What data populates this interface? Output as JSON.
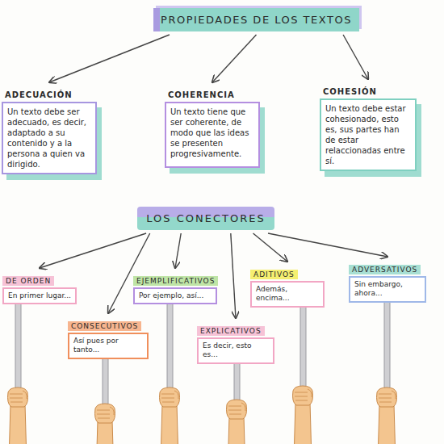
{
  "diagram": {
    "title": "PROPIEDADES DE LOS TEXTOS",
    "nodes": [
      {
        "text": [
          "PROPIEDADES DE LOS TEXTOS"
        ]
      },
      {
        "text": [
          "ADECUACIÓN",
          "Un texto debe ser adecuado, es decir, adaptado a su contenido y a la persona a quien va dirigido."
        ]
      },
      {
        "text": [
          "COHERENCIA",
          "Un texto tiene que ser coherente, de modo que las ideas se presenten progresivamente."
        ]
      },
      {
        "text": [
          "COHESIÓN",
          "Un texto debe estar cohesionado, esto es, sus partes han de estar relaccionadas entre sí."
        ]
      },
      {
        "text": [
          "LOS CONECTORES"
        ]
      },
      {
        "text": [
          "DE ORDEN",
          "En primer lugar..."
        ]
      },
      {
        "text": [
          "CONSECUTIVOS",
          "Así pues por tanto..."
        ]
      },
      {
        "text": [
          "EJEMPLIFICATIVOS",
          "Por ejemplo, así..."
        ]
      },
      {
        "text": [
          "EXPLICATIVOS",
          "Es decir, esto es..."
        ]
      },
      {
        "text": [
          "ADITIVOS",
          "Además, encima..."
        ]
      },
      {
        "text": [
          "ADVERSATIVOS",
          "Sin embargo, ahora..."
        ]
      }
    ],
    "edges": [
      {
        "from": 0,
        "to": 1,
        "arrow": "to"
      },
      {
        "from": 0,
        "to": 2,
        "arrow": "to"
      },
      {
        "from": 0,
        "to": 3,
        "arrow": "to"
      },
      {
        "from": 4,
        "to": 5,
        "arrow": "to"
      },
      {
        "from": 4,
        "to": 6,
        "arrow": "to"
      },
      {
        "from": 4,
        "to": 7,
        "arrow": "to"
      },
      {
        "from": 4,
        "to": 8,
        "arrow": "to"
      },
      {
        "from": 4,
        "to": 9,
        "arrow": "to"
      },
      {
        "from": 4,
        "to": 10,
        "arrow": "to"
      }
    ]
  }
}
